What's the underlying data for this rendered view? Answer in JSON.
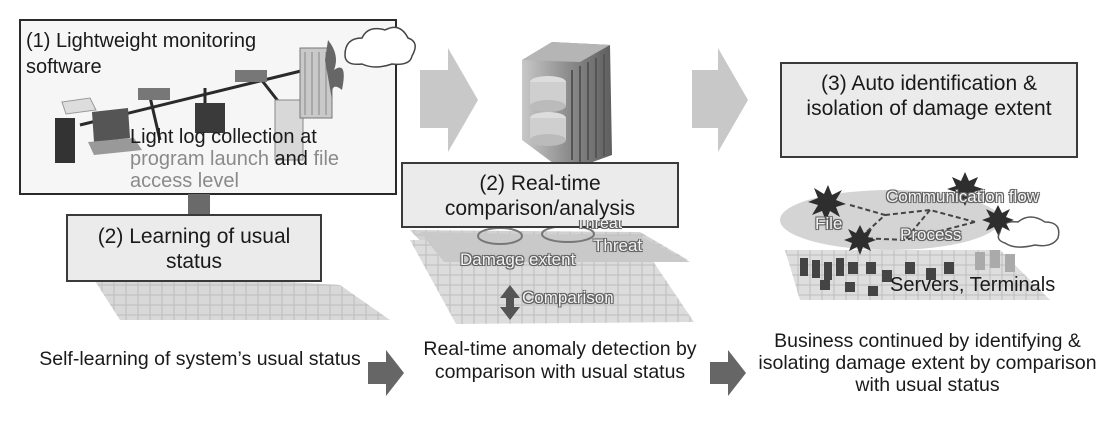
{
  "step1": {
    "title": "(1) Lightweight monitoring software",
    "log_line1": "Light log collection at",
    "log_part1": "program launch",
    "log_part2": " and ",
    "log_part3": "file access level"
  },
  "step2_learning": {
    "title": "(2) Learning of usual status",
    "caption": "Self-learning of system’s usual status"
  },
  "step2_realtime": {
    "title": "(2) Real-time comparison/analysis",
    "label_threat1": "Threat",
    "label_threat2": "Threat",
    "label_damage": "Damage extent",
    "label_comparison": "Comparison",
    "caption": "Real-time anomaly detection by comparison with usual status"
  },
  "step3": {
    "title": "(3) Auto identification & isolation of damage extent",
    "label_comm": "Communication flow",
    "label_file": "File",
    "label_process": "Process",
    "label_servers": "Servers, Terminals",
    "caption": "Business continued by identifying & isolating damage extent by comparison with usual status"
  }
}
